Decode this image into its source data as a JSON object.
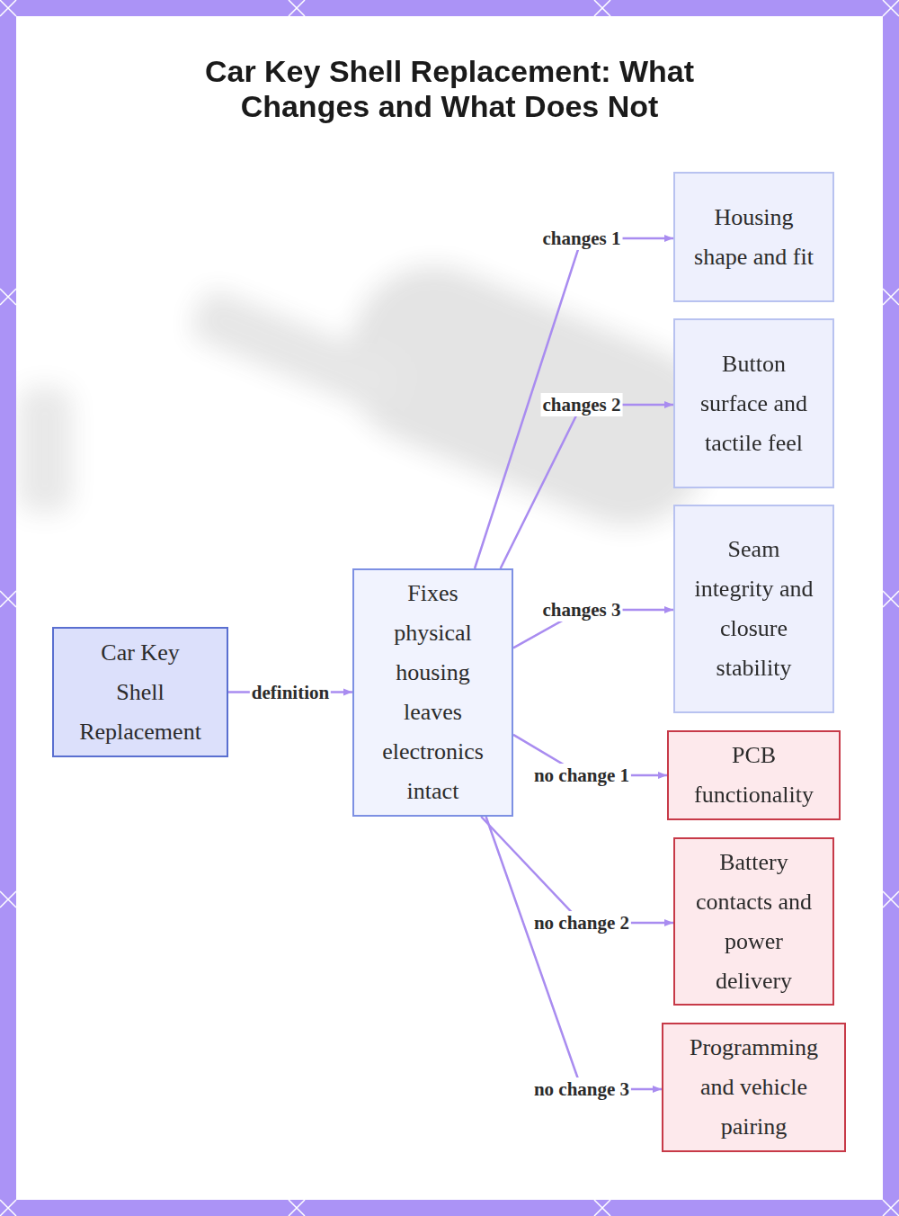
{
  "diagram": {
    "title": "Car Key Shell Replacement: What Changes and What Does Not",
    "nodes": [
      {
        "text": [
          "Car Key Shell Replacement"
        ]
      },
      {
        "text": [
          "Fixes physical housing leaves electronics intact"
        ]
      },
      {
        "text": [
          "Housing shape and fit"
        ]
      },
      {
        "text": [
          "Button surface and tactile feel"
        ]
      },
      {
        "text": [
          "Seam integrity and closure stability"
        ]
      },
      {
        "text": [
          "PCB functionality"
        ]
      },
      {
        "text": [
          "Battery contacts and power delivery"
        ]
      },
      {
        "text": [
          "Programming and vehicle pairing"
        ]
      }
    ],
    "edges": [
      {
        "from": 0,
        "to": 1,
        "label": "definition",
        "arrow": "to"
      },
      {
        "from": 1,
        "to": 2,
        "label": "changes 1",
        "arrow": "to"
      },
      {
        "from": 1,
        "to": 3,
        "label": "changes 2",
        "arrow": "to"
      },
      {
        "from": 1,
        "to": 4,
        "label": "changes 3",
        "arrow": "to"
      },
      {
        "from": 1,
        "to": 5,
        "label": "no change 1",
        "arrow": "to"
      },
      {
        "from": 1,
        "to": 6,
        "label": "no change 2",
        "arrow": "to"
      },
      {
        "from": 1,
        "to": 7,
        "label": "no change 3",
        "arrow": "to"
      }
    ]
  }
}
